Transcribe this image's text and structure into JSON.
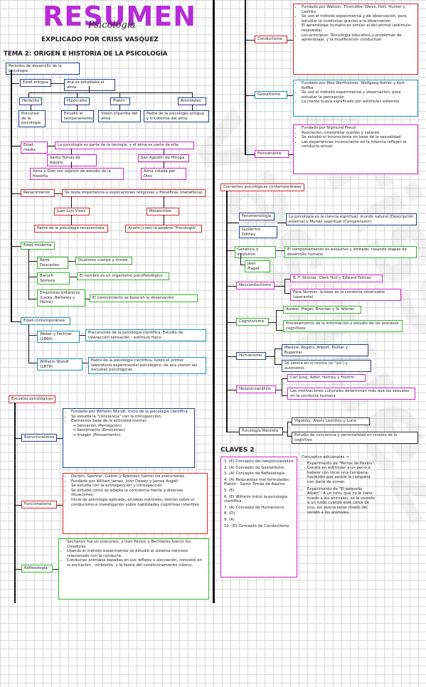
{
  "header": {
    "title": "RESUMEN",
    "script": "Psicología",
    "subtitle": "EXPLICADO POR CRISS VASQUEZ",
    "tema": "TEMA 2: ORIGEN E HISTORIA DE LA PSICOLOGÍA",
    "watermark": "criss vasquez"
  },
  "periodos": {
    "root": "Periodos de desarrollo de la psicología",
    "edad_antigua": "Edad antigua",
    "alma": "Aca se estudiaba el alma",
    "heraclito": "Heráclito",
    "hipocrates": "Hipócrates",
    "platon": "Platón",
    "aristoteles": "Aristóteles",
    "precursor": "Precursor de la psicología",
    "estudio": "Estudió el temperamento",
    "vision": "Visión tripartita del alma",
    "padre_psico": "Padre de la psicología antigua y tricotomía del alma",
    "edad_media": "Edad media",
    "media_desc": "La psicología es parte de la teología, y el alma es parte de ella",
    "tomas": "Santo Tomás de Aquino",
    "agustin": "San Agustín de Hinopa",
    "alma_dios": "Alma y Dios son objetos de estudio de la filosofía",
    "alma_creada": "Alma creada por Dios",
    "renacimiento": "Renacimiento",
    "renac_desc": "Se resta importancia a explicaciones religiosas y filosóficas (metafísica)",
    "vives": "Juan Luis Vives",
    "melanchton": "Melanchton",
    "padre_renac": "Padre de la psicología renacentista",
    "acuno": "Acuñó (creó) la palabra \"Psicología\"",
    "edad_moderna": "Edad moderna",
    "descartes": "René Descartes",
    "dualismo": "Dualismo cuerpo y mente",
    "spinoza": "Baruch Spinoza",
    "organismo": "El hombre es un organismo psicofisiológico",
    "empiristas": "Empiristas británicos (Locke, Berkeley y Hume)",
    "conocimiento": "El conocimiento se basa en la observación",
    "edad_contemporanea": "Edad contemporánea",
    "weber": "Weber y Fechner (1860)",
    "weber_desc": "Precursores de la psicología científica, Estudio de interacción sensación - estímulo físico",
    "wundt": "Wilhelm Wundt (1879)",
    "wundt_desc": "Padre de la psicología científica, fundó el primer laboratorio experimental psicológico, de aca vienen las escuelas psicológicas"
  },
  "escuelas": {
    "root": "Escuelas psicológicas",
    "estructuralismo": "Estructuralismo",
    "estr_items": [
      "Fundado por Wilhelm Wundt, inicio de la psicología científica",
      "Se estudia la \"conciencia\" con la introspección.",
      "Elementos base de la actividad mental:"
    ],
    "estr_sub": [
      "→ Sensación (Percepción)",
      "→ Sentimiento (Emociones)",
      "→ Imagen (Pensamiento)"
    ],
    "funcionalismo": "Funcionalismo",
    "func_items": [
      "Darwin, Spencer, Galton y Robinson fueron los precursores.",
      "Fundado por William James, John Dewey y James Angell",
      "Se estudia con la extrospección y introspección",
      "Se estudia como se adapta la conciencia frente a diversas situaciones.",
      "Inicio de psicología aplicada, pruebas mentales, teorías sobre el conducismo e investigación sobre habilidades cognitivas infantiles"
    ],
    "reflexologia": "Reflexología",
    "refl_items": [
      "Sechenov fue un precursor, y Ivan Pavlov y Bechterev fueron los creadores",
      "Usando el método experimental se estudió el sistema nervioso relacionado con la conducta.",
      "Conductas animales basadas en sus reflejos o asociación, consistió en la excitación - inhibición, y la teoría del condicionamiento clásico."
    ],
    "conductismo": "Conductismo",
    "cond_items": [
      "Fundado por Watson, Thorndike, Weiss, Holt, Hunter y Lashley",
      "Se usó el método experimental y de observación, para estudiar la conductas gracias a la observación",
      "El aprendizaje humano es similar al del animal (estímulo-respuesta)",
      "Los principios: Tecnología educativa y problemas de aprendizaje, y la modificación conductual"
    ],
    "gestaltismo": "Gestaltismo",
    "gest_items": [
      "Fundado por Max Wertheimer, Wolfgang Kohler y Kurt Koffka",
      "Se usó el método experimental y observación, para estudiar la percepción",
      "La mente busca significado por estímulos externos"
    ],
    "psicoanalisis": "Psicoanálisis",
    "psico_items": [
      "Fundado por Sigmund Freud",
      "Asociación, interpretar sueños y catarsis",
      "Se estudió el inconsciente en base de la sexualidad",
      "Las experiencias inconsciente en la infancia reflejan la conducta actual."
    ]
  },
  "corrientes": {
    "root": "Corrientes psicológicas contemporáneas",
    "fenomenologia": "Fenomenología",
    "dilthey": "Guillermo Dilthey",
    "feno_desc": "La psicología es la ciencia espiritual, mundo natural (Descripción externa) y Mundo espiritual (Comprensión)",
    "genetica": "Genética o evolutivo",
    "piaget": "Jean Piaget",
    "gen_desc": "El comportamiento es evolutivo y limitado, creando etapas de desarrollo humano",
    "neoconductismo": "Neoconductismo",
    "neo_a": "B. F. Skinner, Clark Hull y Edward Tolman",
    "neo_b": "Para Skinner, la base es la conducta observable (operante)",
    "cognitivismo": "Cognitivismo",
    "cog_a": "Ausbel, Piaget, Brunner y N. Wiener",
    "cog_b": "Procesamiento de la información y estudio de los procesos cognitivos",
    "humanismo": "Humanismo",
    "hum_a": "Maslow, Rogers, Allport, Buhler y Bugental",
    "hum_b": "Se centra en sí mismo (el \"yo\") y autonomo.",
    "neopsicoanalisis": "Neopsicoanálisis",
    "neop_a": "Carl Jung, Adler, Horney y Fromm",
    "neop_b": "Las motivaciones culturales determinan más que las sexuales en la conducta humana",
    "marxista": "Psicología Marxista",
    "marx_a": "Vigotsky, Alexis Leontiev y Luria",
    "marx_b": "Estudio de conciencia y personalidad en niveles de lo cognitivo"
  },
  "claves": {
    "title": "CLAVES 2",
    "items": [
      "1. (E) Concepto del neopsicoanálisis",
      "2. (A) Concepto de Gestaltismo",
      "3. (A) Concepto de Reflexología",
      "4. (A) Respuestas mal formuladas: Platón - Santo Tomás de Aquino",
      "5. (E)",
      "6. (E) Wilhelm inició la psicología científica",
      "7. (A) Concepto de Humanismo",
      "8. (D)",
      "9. (A)",
      "10. (D) Concepto de Conductismo"
    ],
    "adicionales_title": "Conceptos adicionales →",
    "adicionales": [
      "Experimento de \"Perros de Pavlov\": Consta en estimular a un perro a babear con tocar una campana, haciendo que asocie la campana con darle de comer.",
      "Experimento de \"El pequeño Albert\": A un niño, que no le tiene miedo a los animales, se le somete a un ruido cuando esté cerca de uno, así asocia tener miedo del sonido a los animales."
    ]
  },
  "colors": {
    "navy": "#1f3f8f",
    "red": "#e0262a",
    "green": "#36b52e",
    "magenta": "#d622c0",
    "teal": "#1b8fb0",
    "title": "#b72bd6"
  }
}
